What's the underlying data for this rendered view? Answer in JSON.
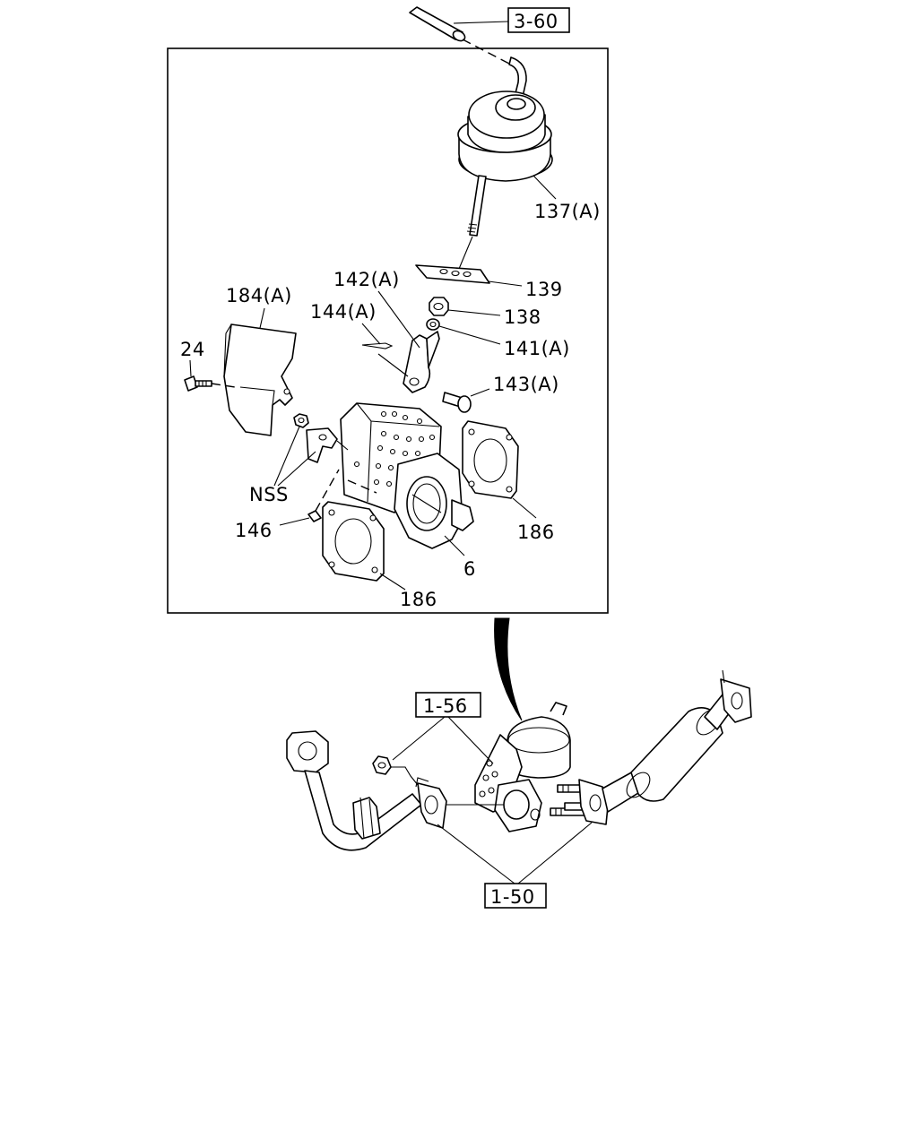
{
  "refs": {
    "ref_3_60": "3-60",
    "ref_1_56": "1-56",
    "ref_1_50": "1-50"
  },
  "labels": {
    "p137": "137(A)",
    "p139": "139",
    "p142": "142(A)",
    "p138": "138",
    "p184": "184(A)",
    "p144": "144(A)",
    "p141": "141(A)",
    "p24": "24",
    "p143": "143(A)",
    "nss": "NSS",
    "p146": "146",
    "p186_right": "186",
    "p6": "6",
    "p186_bottom": "186"
  }
}
